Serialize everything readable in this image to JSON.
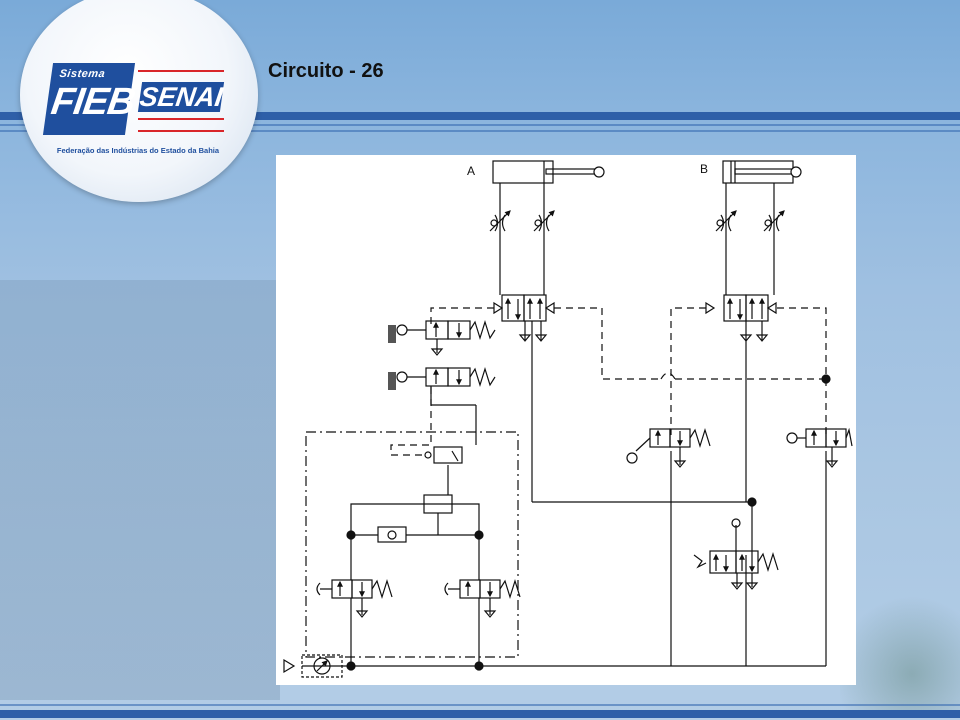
{
  "slide": {
    "title": "Circuito - 26"
  },
  "logo": {
    "sistema": "Sistema",
    "fieb": "FIEB",
    "senai": "SENAI",
    "caption": "Federação das Indústrias do Estado da Bahia"
  },
  "diagram": {
    "cylinder_a_label": "A",
    "cylinder_b_label": "B"
  },
  "colors": {
    "brand_blue": "#1f4f9e",
    "brand_red": "#d9262a",
    "line": "#111111"
  }
}
